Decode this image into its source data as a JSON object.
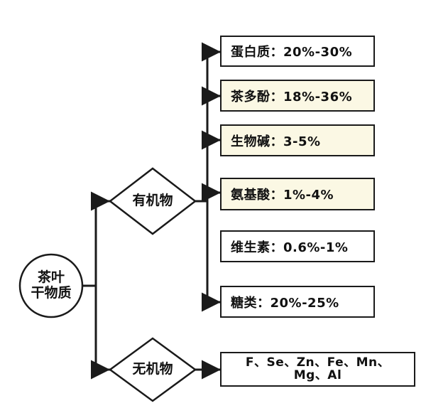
{
  "root": {
    "line1": "茶叶",
    "line2": "干物质"
  },
  "organic": {
    "label": "有机物"
  },
  "inorganic": {
    "label": "无机物"
  },
  "components": [
    {
      "text": "蛋白质：20%-30%",
      "highlight": false
    },
    {
      "text": "茶多酚：18%-36%",
      "highlight": true
    },
    {
      "text": "生物碱：3-5%",
      "highlight": true
    },
    {
      "text": "氨基酸：1%-4%",
      "highlight": true
    },
    {
      "text": "维生素：0.6%-1%",
      "highlight": false
    },
    {
      "text": "糖类：20%-25%",
      "highlight": false
    }
  ],
  "minerals": {
    "line1": "F、Se、Zn、Fe、Mn、",
    "line2": "Mg、Al"
  },
  "colors": {
    "stroke": "#1a1a1a",
    "highlight_fill": "#fbf8e4",
    "plain_fill": "#ffffff"
  }
}
